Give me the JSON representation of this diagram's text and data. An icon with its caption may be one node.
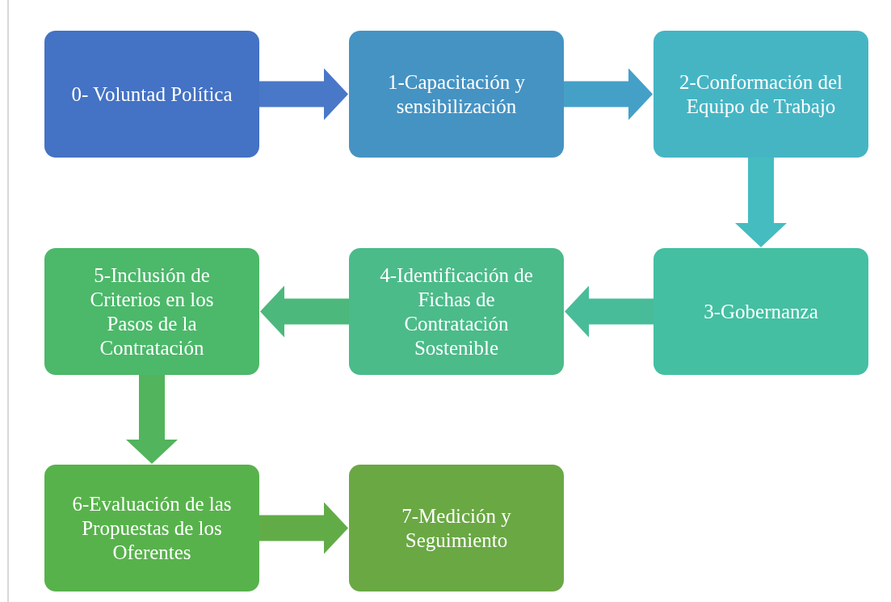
{
  "diagram": {
    "nodes": [
      {
        "text": [
          "0- Voluntad Política"
        ]
      },
      {
        "text": [
          "1-Capacitación y sensibilización"
        ]
      },
      {
        "text": [
          "2-Conformación del Equipo de Trabajo"
        ]
      },
      {
        "text": [
          "3-Gobernanza"
        ]
      },
      {
        "text": [
          "4-Identificación de Fichas de Contratación Sostenible"
        ]
      },
      {
        "text": [
          "5-Inclusión de Criterios en los Pasos de la Contratación"
        ]
      },
      {
        "text": [
          "6-Evaluación de las Propuestas de los Oferentes"
        ]
      },
      {
        "text": [
          "7-Medición y Seguimiento"
        ]
      }
    ],
    "edges": [
      {
        "from": 0,
        "to": 1,
        "arrow": "to",
        "color": "#4a78c8"
      },
      {
        "from": 1,
        "to": 2,
        "arrow": "to",
        "color": "#45a0c8"
      },
      {
        "from": 2,
        "to": 3,
        "arrow": "to",
        "color": "#45bcc0"
      },
      {
        "from": 3,
        "to": 4,
        "arrow": "to",
        "color": "#48bc98"
      },
      {
        "from": 4,
        "to": 5,
        "arrow": "to",
        "color": "#4cb87c"
      },
      {
        "from": 5,
        "to": 6,
        "arrow": "to",
        "color": "#52b45c"
      },
      {
        "from": 6,
        "to": 7,
        "arrow": "to",
        "color": "#62ac48"
      }
    ]
  }
}
